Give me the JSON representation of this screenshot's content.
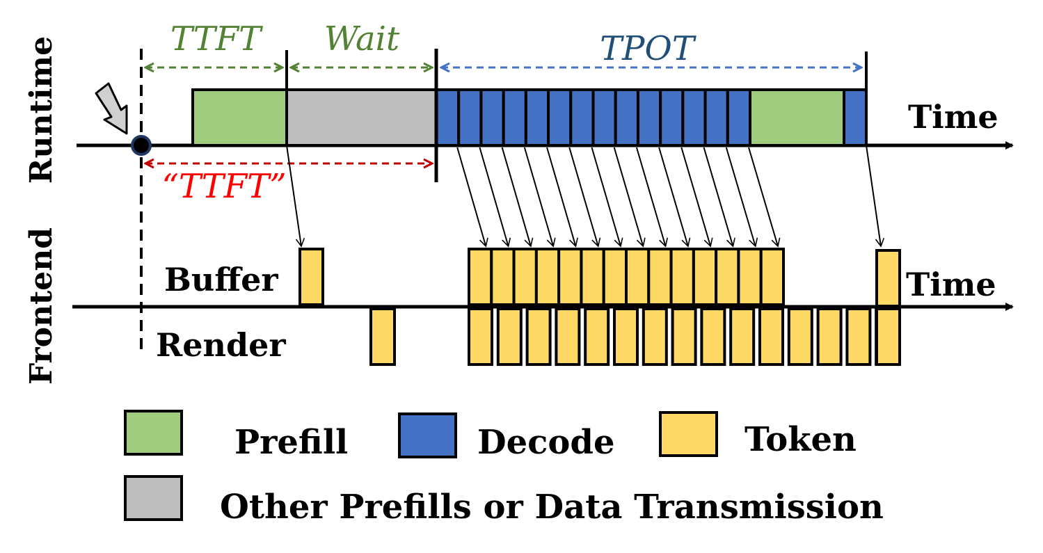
{
  "runtime": {
    "lane_label": "Runtime",
    "time_label": "Time",
    "ttft_label": "TTFT",
    "wait_label": "Wait",
    "tpot_label": "TPOT",
    "observed_ttft_label": "“TTFT”",
    "decode_steps_before_prefill": 14,
    "decode_steps_after_prefill": 1
  },
  "frontend": {
    "lane_label": "Frontend",
    "time_label": "Time",
    "buffer_label": "Buffer",
    "render_label": "Render",
    "buffered_token_groups": [
      1,
      14,
      1
    ],
    "rendered_tokens_first": 1,
    "rendered_tokens_stream": 15
  },
  "legend": {
    "prefill": "Prefill",
    "decode": "Decode",
    "token": "Token",
    "other": "Other Prefills or Data Transmission"
  },
  "colors": {
    "prefill": "#a0cc80",
    "other": "#bebebe",
    "decode": "#4472c4",
    "token": "#ffd966",
    "ttft_green": "#548235",
    "tpot_blue": "#4472c4",
    "tpot_text": "#1f4e79",
    "observed_red": "#c00000",
    "observed_text": "#ff0000"
  }
}
